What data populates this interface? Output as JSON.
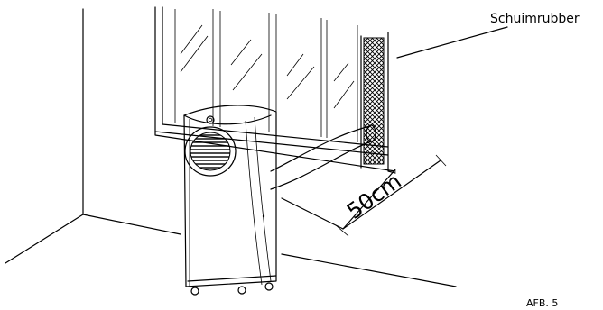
{
  "labels": {
    "foam_callout": "Schuimrubber",
    "distance": "50cm",
    "figure_number": "AFB. 5"
  }
}
